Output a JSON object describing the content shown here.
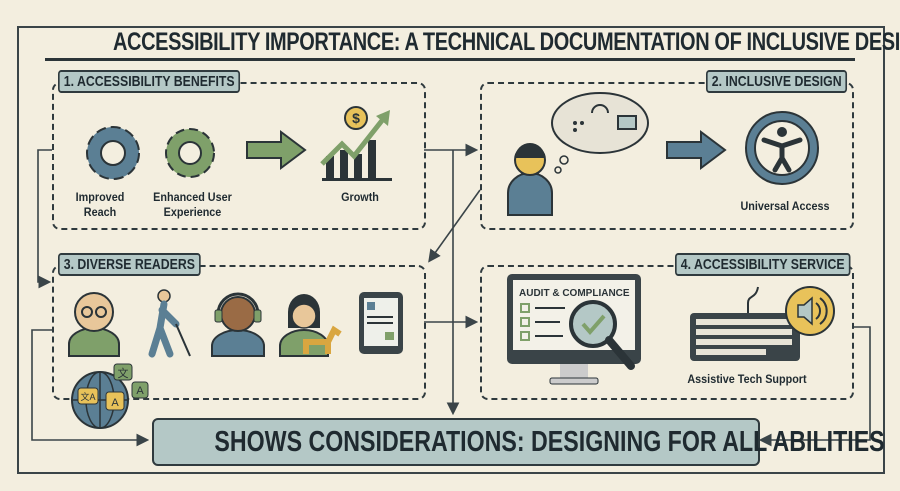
{
  "title": "ACCESSIBILITY IMPORTANCE: A TECHNICAL DOCUMENTATION OF INCLUSIVE DESIGN",
  "sections": [
    {
      "label": "1. ACCESSIBILITY BENEFITS",
      "items": [
        "Improved Reach",
        "Enhanced User Experience",
        "Growth"
      ]
    },
    {
      "label": "2. INCLUSIVE DESIGN",
      "items": [
        "Universal Access"
      ]
    },
    {
      "label": "3. DIVERSE READERS",
      "items": []
    },
    {
      "label": "4. ACCESSIBILITY SERVICE",
      "items": [
        "AUDIT & COMPLIANCE",
        "Assistive Tech Support"
      ]
    }
  ],
  "banner": "SHOWS CONSIDERATIONS: DESIGNING FOR ALL ABILITIES",
  "icons": {
    "growth_symbol": "$",
    "translate_glyphs": [
      "文",
      "A",
      "文A",
      "A"
    ]
  },
  "colors": {
    "background": "#f3eedf",
    "blue": "#5b7f94",
    "green": "#7fa06a",
    "yellow": "#e8c25a",
    "tag": "#b4c8c6",
    "ink": "#2b3438"
  }
}
